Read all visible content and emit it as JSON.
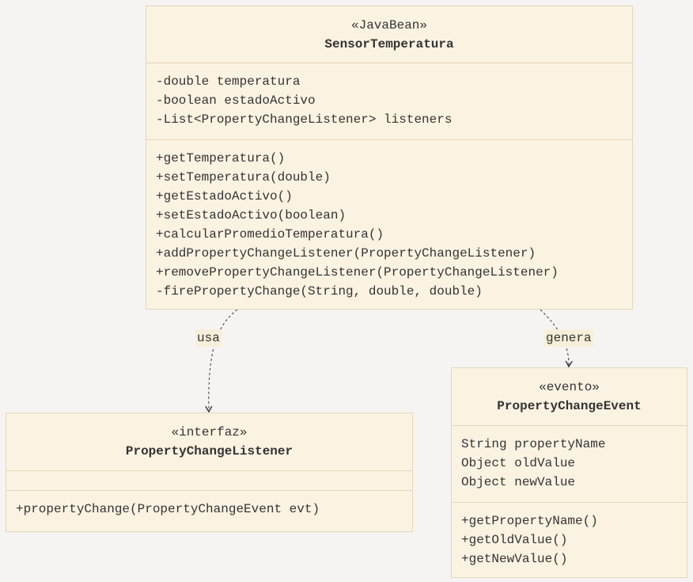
{
  "classes": {
    "sensor": {
      "stereotype": "«JavaBean»",
      "name": "SensorTemperatura",
      "attributes": [
        "-double temperatura",
        "-boolean estadoActivo",
        "-List<PropertyChangeListener> listeners"
      ],
      "methods": [
        "+getTemperatura()",
        "+setTemperatura(double)",
        "+getEstadoActivo()",
        "+setEstadoActivo(boolean)",
        "+calcularPromedioTemperatura()",
        "+addPropertyChangeListener(PropertyChangeListener)",
        "+removePropertyChangeListener(PropertyChangeListener)",
        "-firePropertyChange(String, double, double)"
      ]
    },
    "listener": {
      "stereotype": "«interfaz»",
      "name": "PropertyChangeListener",
      "attributes": [],
      "methods": [
        "+propertyChange(PropertyChangeEvent evt)"
      ]
    },
    "event": {
      "stereotype": "«evento»",
      "name": "PropertyChangeEvent",
      "attributes": [
        "String propertyName",
        "Object oldValue",
        "Object newValue"
      ],
      "methods": [
        "+getPropertyName()",
        "+getOldValue()",
        "+getNewValue()"
      ]
    }
  },
  "relations": {
    "uses": {
      "label": "usa"
    },
    "generates": {
      "label": "genera"
    }
  },
  "colors": {
    "background": "#f5f4f2",
    "class_fill": "#fbf3e2",
    "class_border": "#e3d7b9",
    "text": "#333333",
    "edge": "#333333"
  }
}
